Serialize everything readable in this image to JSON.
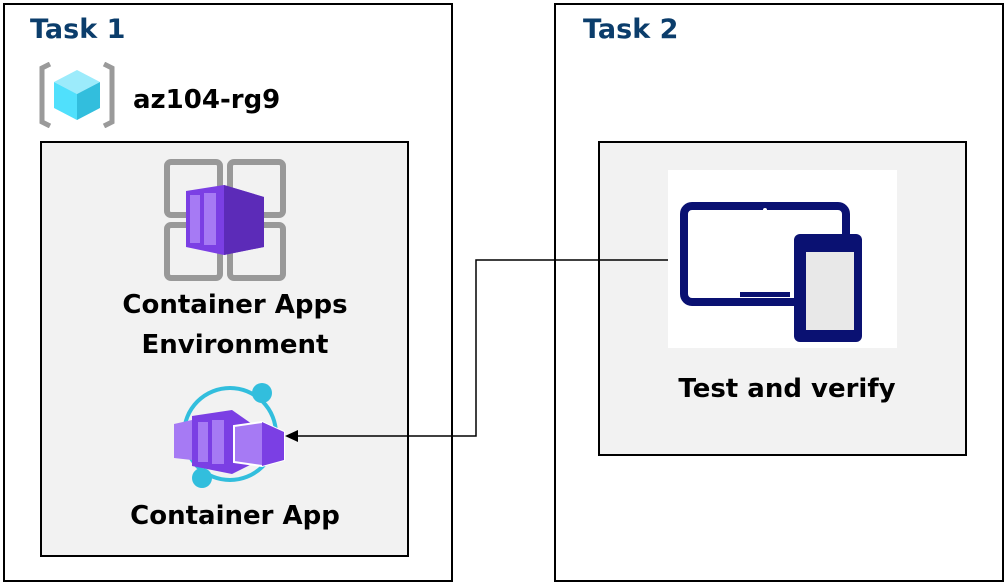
{
  "task1": {
    "title": "Task 1",
    "resource_group": "az104-rg9",
    "environment_label_line1": "Container Apps",
    "environment_label_line2": "Environment",
    "app_label": "Container App"
  },
  "task2": {
    "title": "Task 2",
    "label": "Test and verify"
  },
  "colors": {
    "title": "#0b3d6b",
    "container": "#7b3fe4",
    "accent": "#32bedd",
    "device": "#0a1172"
  }
}
